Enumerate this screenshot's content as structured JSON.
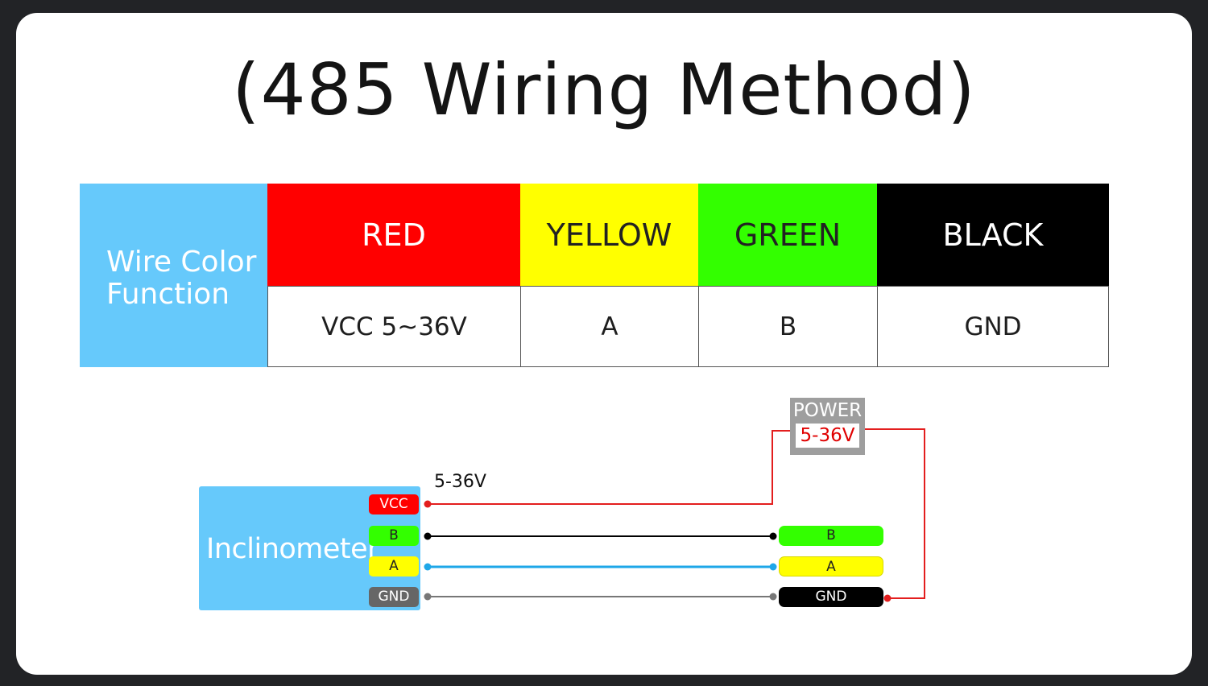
{
  "title": "(485 Wiring Method)",
  "table": {
    "header_label": [
      "Wire Color",
      "Function"
    ],
    "columns": [
      {
        "color_name": "RED",
        "bg": "#ff0000",
        "fg": "#ffffff",
        "function": "VCC 5~36V"
      },
      {
        "color_name": "YELLOW",
        "bg": "#ffff00",
        "fg": "#222222",
        "function": "A"
      },
      {
        "color_name": "GREEN",
        "bg": "#33ff00",
        "fg": "#222222",
        "function": "B"
      },
      {
        "color_name": "BLACK",
        "bg": "#000000",
        "fg": "#ffffff",
        "function": "GND"
      }
    ]
  },
  "diagram": {
    "device_label": "Inclinometer",
    "power_label": "POWER",
    "power_voltage": "5-36V",
    "supply_label": "5-36V",
    "device_pins": [
      {
        "label": "VCC",
        "bg": "#ff0000",
        "fg": "#ffffff"
      },
      {
        "label": "B",
        "bg": "#33ff00",
        "fg": "#222222"
      },
      {
        "label": "A",
        "bg": "#ffff00",
        "fg": "#222222"
      },
      {
        "label": "GND",
        "bg": "#666666",
        "fg": "#ffffff"
      }
    ],
    "target_pins": [
      {
        "label": "B",
        "bg": "#33ff00",
        "fg": "#222222"
      },
      {
        "label": "A",
        "bg": "#ffff00",
        "fg": "#222222"
      },
      {
        "label": "GND",
        "bg": "#000000",
        "fg": "#ffffff"
      }
    ],
    "wire_colors": {
      "vcc": "#e31e1e",
      "b": "#000000",
      "a": "#1ea7e8",
      "gnd": "#777777"
    }
  }
}
